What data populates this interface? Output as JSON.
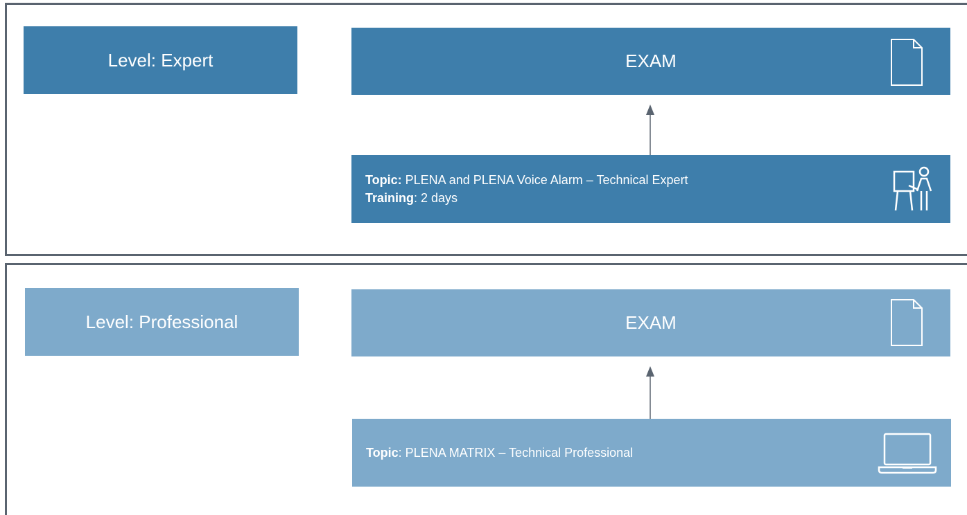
{
  "expert": {
    "level_label": "Level: Expert",
    "exam_label": "EXAM",
    "topic_key": "Topic:",
    "topic_value": " PLENA and PLENA Voice Alarm – Technical Expert",
    "training_key": "Training",
    "training_value": ": 2 days",
    "exam_icon": "document-icon",
    "topic_icon": "presenter-icon"
  },
  "professional": {
    "level_label": "Level: Professional",
    "exam_label": "EXAM",
    "topic_key": "Topic",
    "topic_value": ": PLENA MATRIX – Technical Professional",
    "exam_icon": "document-icon",
    "topic_icon": "laptop-icon"
  },
  "colors": {
    "expert_fill": "#3e7eab",
    "professional_fill": "#7eaacb",
    "border": "#5a6470",
    "arrow": "#5a6470"
  }
}
